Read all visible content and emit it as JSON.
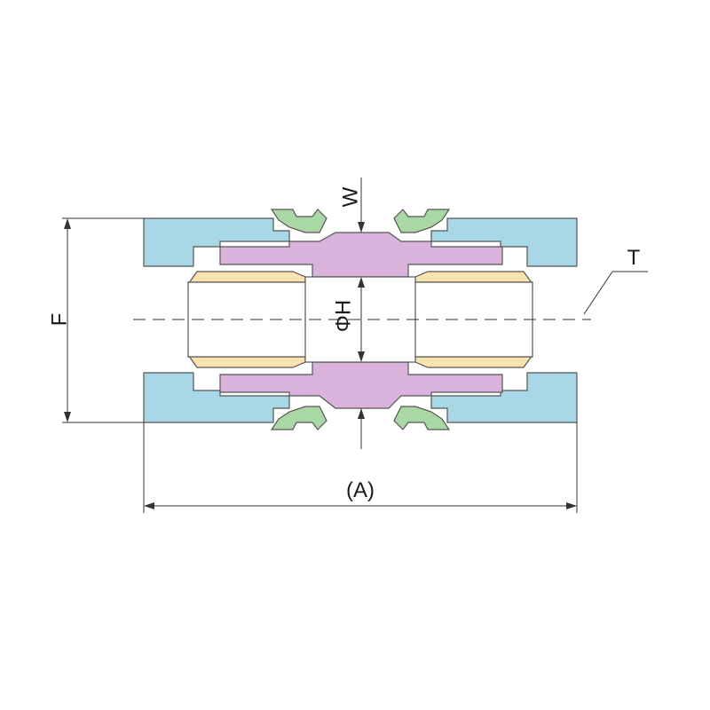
{
  "labels": {
    "w": "W",
    "t": "T",
    "f": "F",
    "phi_h": "ΦH",
    "a": "(A)"
  },
  "colors": {
    "nut": "#a8d8e6",
    "body": "#d9b3dc",
    "ferrule": "#f7e4b0",
    "ring": "#a9d8a4",
    "bore": "#ffffff",
    "line": "#333333"
  }
}
